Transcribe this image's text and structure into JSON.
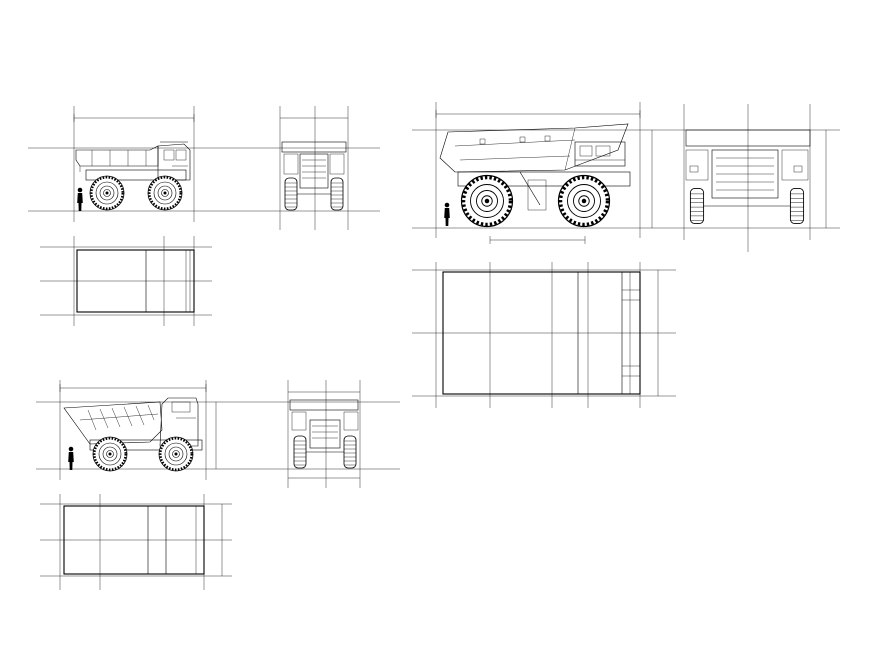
{
  "drawing": {
    "views": [
      {
        "id": "truck-a-side",
        "dim_top": "",
        "dim_right": ""
      },
      {
        "id": "truck-a-front",
        "dim_top": ""
      },
      {
        "id": "truck-a-plan"
      },
      {
        "id": "truck-b-side",
        "dim_top": "",
        "dim_right": "",
        "dim_bottom": ""
      },
      {
        "id": "truck-b-front"
      },
      {
        "id": "truck-b-plan"
      },
      {
        "id": "truck-c-side",
        "dim_top": "",
        "dim_right": ""
      },
      {
        "id": "truck-c-front"
      },
      {
        "id": "truck-c-plan"
      }
    ]
  },
  "colors": {
    "line": "#000000",
    "background": "#ffffff"
  }
}
